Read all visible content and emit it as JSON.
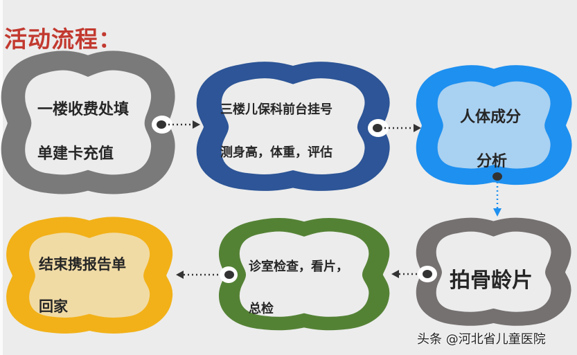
{
  "title": "活动流程：",
  "colors": {
    "background": "#ececec",
    "title": "#c2392f",
    "text": "#262626",
    "step1_border": "#7a7a7a",
    "step2_border": "#2d5597",
    "step3_border": "#1e90f0",
    "step3_fill": "#a9d1f1",
    "step4_border": "#767171",
    "step5_border": "#548235",
    "step6_border": "#f2b118",
    "step6_fill": "#f1dba5",
    "arrow": "#333333",
    "arrow_vertical": "#1e90f0"
  },
  "steps": [
    {
      "id": 1,
      "line1": "一楼收费处填",
      "line2": "单建卡充值"
    },
    {
      "id": 2,
      "line1": "三楼儿保科前台挂号",
      "line2": "测身高，体重，评估"
    },
    {
      "id": 3,
      "line1": "人体成分",
      "line2": "分析"
    },
    {
      "id": 4,
      "line1": "拍骨龄片",
      "line2": ""
    },
    {
      "id": 5,
      "line1": "诊室检查，看片，",
      "line2": "总检"
    },
    {
      "id": 6,
      "line1": "结束携报告单",
      "line2": "回家"
    }
  ],
  "connectors": [
    {
      "from": 1,
      "to": 2,
      "direction": "right"
    },
    {
      "from": 2,
      "to": 3,
      "direction": "right"
    },
    {
      "from": 3,
      "to": 4,
      "direction": "down"
    },
    {
      "from": 4,
      "to": 5,
      "direction": "left"
    },
    {
      "from": 5,
      "to": 6,
      "direction": "left"
    }
  ],
  "watermark": "头条 @河北省儿童医院"
}
